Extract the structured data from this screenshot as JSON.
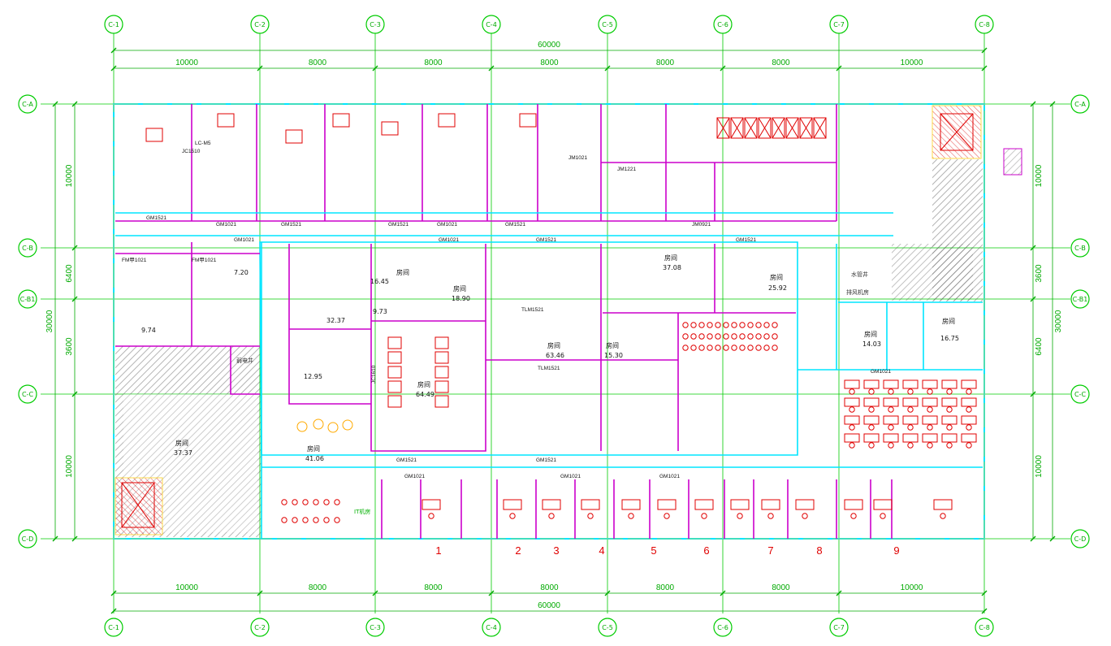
{
  "drawing": {
    "colors": {
      "background": "#ffffff",
      "grid_line": "#00cc00",
      "dimension": "#00aa00",
      "wall": "#00e5ff",
      "partition": "#cc00cc",
      "equipment": "#e00000",
      "hatch": "#555555",
      "label": "#00b000",
      "window": "#ffcc00"
    },
    "grid_top": [
      "C-1",
      "C-2",
      "C-3",
      "C-4",
      "C-5",
      "C-6",
      "C-7",
      "C-8"
    ],
    "grid_side": [
      "C-A",
      "C-B",
      "C-B1",
      "C-C",
      "C-D"
    ],
    "overall_top": "60000",
    "overall_bottom": "60000",
    "bays_top": [
      "10000",
      "8000",
      "8000",
      "8000",
      "8000",
      "8000",
      "10000"
    ],
    "bays_bottom": [
      "10000",
      "8000",
      "8000",
      "8000",
      "8000",
      "8000",
      "10000"
    ],
    "left_total": "30000",
    "left_spans": [
      "10000",
      "6400",
      "3600",
      "10000"
    ],
    "right_total": "30000",
    "right_spans": [
      "10000",
      "3600",
      "6400",
      "10000"
    ],
    "office_numbers": [
      "1",
      "2",
      "3",
      "4",
      "5",
      "6",
      "7",
      "8",
      "9"
    ],
    "rooms": [
      {
        "name": "房间",
        "area": "41.06"
      },
      {
        "name": "房间",
        "area": "37.37"
      },
      {
        "name": "房间",
        "area": "64.49"
      },
      {
        "name": "房间",
        "area": "63.46"
      },
      {
        "name": "房间",
        "area": "37.08"
      },
      {
        "name": "房间",
        "area": "25.92"
      },
      {
        "name": "房间",
        "area": "16.45"
      },
      {
        "name": "房间",
        "area": "18.90"
      },
      {
        "name": "房间",
        "area": "15.30"
      },
      {
        "name": "房间",
        "area": "14.03"
      },
      {
        "name": "房间",
        "area": "16.75"
      },
      {
        "name": "",
        "area": "32.37"
      },
      {
        "name": "",
        "area": "12.95"
      },
      {
        "name": "",
        "area": "9.74"
      },
      {
        "name": "",
        "area": "7.20"
      },
      {
        "name": "",
        "area": "9.73"
      }
    ],
    "doors": [
      "GM1521",
      "GM1521",
      "GM1521",
      "GM1521",
      "GM1021",
      "GM1021",
      "GM1521",
      "GM1521",
      "GM1521",
      "GM1521",
      "GM1021",
      "GM1021",
      "JM1021",
      "JM1221",
      "JM0921",
      "GM1021",
      "GM1021",
      "GM1021",
      "GM1021",
      "FM甲1021",
      "FM甲1021",
      "JC1510",
      "LC-M5",
      "JC1610",
      "TLM1521",
      "TLM1521"
    ],
    "misc_labels": [
      "弱电井",
      "水管井",
      "排风机房",
      "IT机房"
    ]
  }
}
